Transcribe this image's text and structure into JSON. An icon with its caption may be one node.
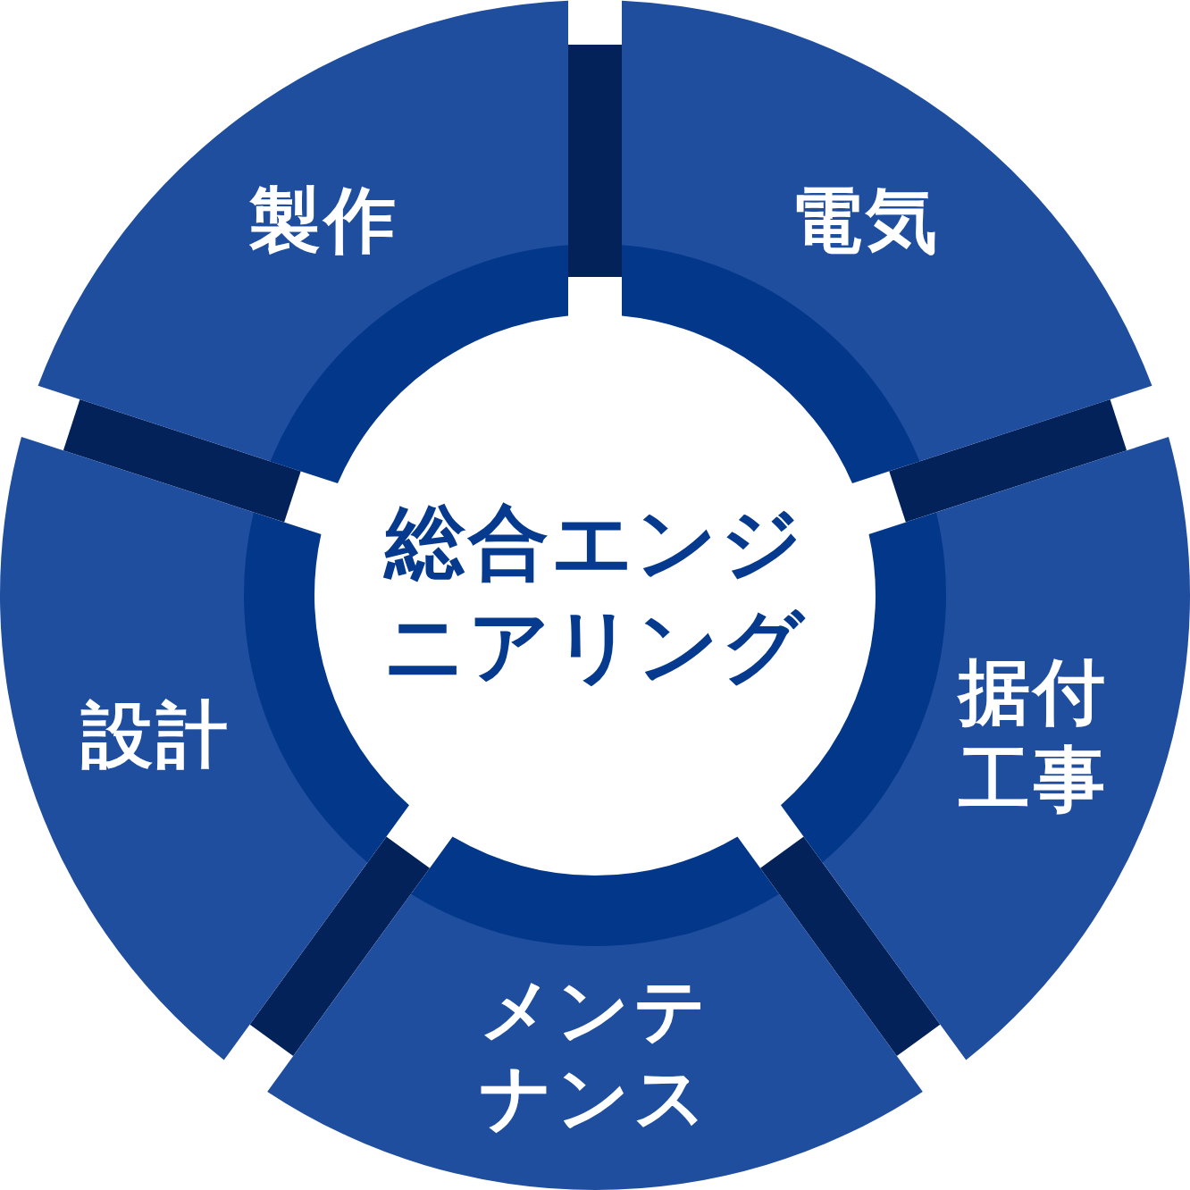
{
  "diagram": {
    "nodes": [
      {
        "text": [
          "製作"
        ]
      },
      {
        "text": [
          "電気"
        ]
      },
      {
        "text": [
          "総合エンジニアリング"
        ]
      },
      {
        "text": [
          "設計"
        ]
      },
      {
        "text": [
          "据付工事"
        ]
      },
      {
        "text": [
          "メンテナンス"
        ]
      },
      {
        "text": [],
        "shape": "bar"
      },
      {
        "text": [],
        "shape": "bar"
      },
      {
        "text": [],
        "shape": "bar"
      },
      {
        "text": [],
        "shape": "bar"
      },
      {
        "text": [],
        "shape": "bar"
      }
    ]
  }
}
